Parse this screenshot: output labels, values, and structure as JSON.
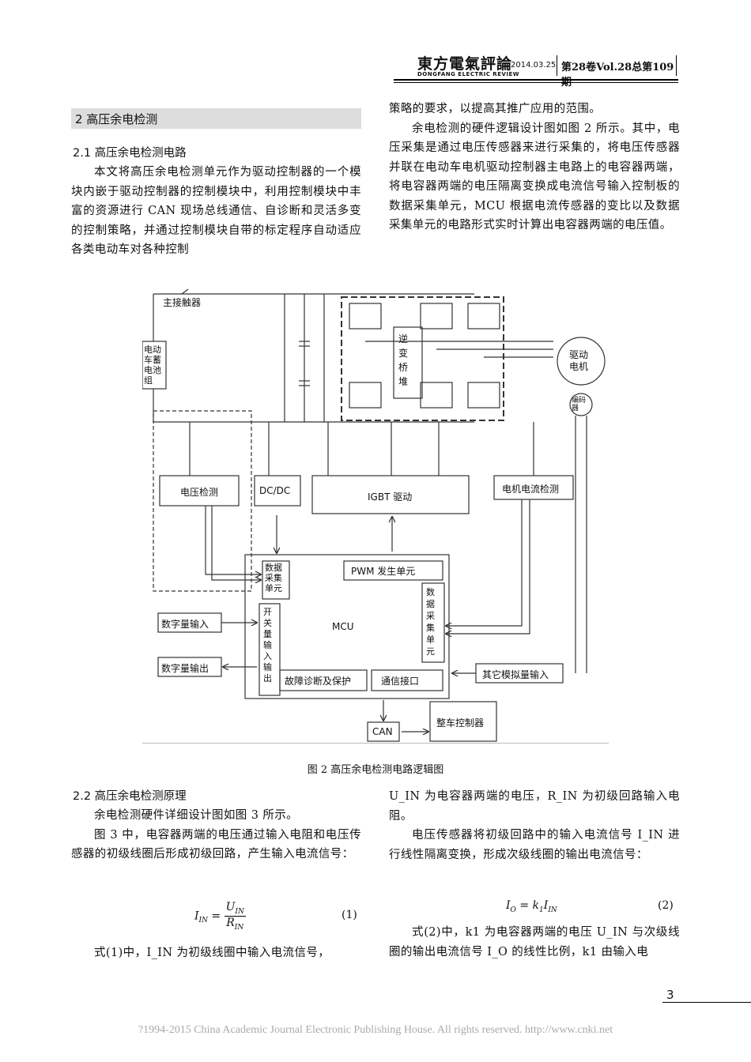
{
  "header": {
    "logo": "東方電氣評論",
    "logo_en": "DONGFANG ELECTRIC REVIEW",
    "date": "2014.03.25",
    "volume": "第28卷Vol.28总第109期"
  },
  "section": {
    "title": "2  高压余电检测"
  },
  "left_col": {
    "sub1": "2.1  高压余电检测电路",
    "para1": "本文将高压余电检测单元作为驱动控制器的一个模块内嵌于驱动控制器的控制模块中，利用控制模块中丰富的资源进行 CAN 现场总线通信、自诊断和灵活多变的控制策略，并通过控制模块自带的标定程序自动适应各类电动车对各种控制"
  },
  "right_col": {
    "para0": "策略的要求，以提高其推广应用的范围。",
    "para1": "余电检测的硬件逻辑设计图如图 2 所示。其中，电压采集是通过电压传感器来进行采集的，将电压传感器并联在电动车电机驱动控制器主电路上的电容器两端，将电容器两端的电压隔离变换成电流信号输入控制板的数据采集单元，MCU 根据电流传感器的变比以及数据采集单元的电路形式实时计算出电容器两端的电压值。"
  },
  "figure": {
    "caption": "图 2    高压余电检测电路逻辑图",
    "labels": {
      "contactor": "主接触器",
      "battery": "电动车蓄电池组",
      "inverter": "逆变桥堆",
      "motor": "驱动电机",
      "encoder": "编码器",
      "voltage_detect": "电压检测",
      "dcdc": "DC/DC",
      "igbt_drive": "IGBT 驱动",
      "motor_current": "电机电流检测",
      "mcu": "MCU",
      "data_acq_1": "数据采集单元",
      "pwm": "PWM 发生单元",
      "data_acq_2": "数据采集单元",
      "switch_io": "开关量输入输出",
      "fault": "故障诊断及保护",
      "comm": "通信接口",
      "digital_in": "数字量输入",
      "digital_out": "数字量输出",
      "other_analog": "其它模拟量输入",
      "can": "CAN",
      "vcu": "整车控制器"
    }
  },
  "left_col2": {
    "sub2": "2.2  高压余电检测原理",
    "para2": "余电检测硬件详细设计图如图 3 所示。",
    "para3": "图 3 中，电容器两端的电压通过输入电阻和电压传感器的初级线圈后形成初级回路，产生输入电流信号：",
    "eq1_num": "(1)",
    "para4": "式(1)中，I_IN 为初级线圈中输入电流信号，"
  },
  "right_col2": {
    "para5": "U_IN 为电容器两端的电压，R_IN 为初级回路输入电阻。",
    "para6": "电压传感器将初级回路中的输入电流信号 I_IN 进行线性隔离变换，形成次级线圈的输出电流信号：",
    "eq2_num": "(2)",
    "para7": "式(2)中，k1 为电容器两端的电压 U_IN 与次级线圈的输出电流信号 I_O 的线性比例，k1 由输入电"
  },
  "page_number": "3",
  "footer": "?1994-2015 China Academic Journal Electronic Publishing House. All rights reserved.    http://www.cnki.net"
}
